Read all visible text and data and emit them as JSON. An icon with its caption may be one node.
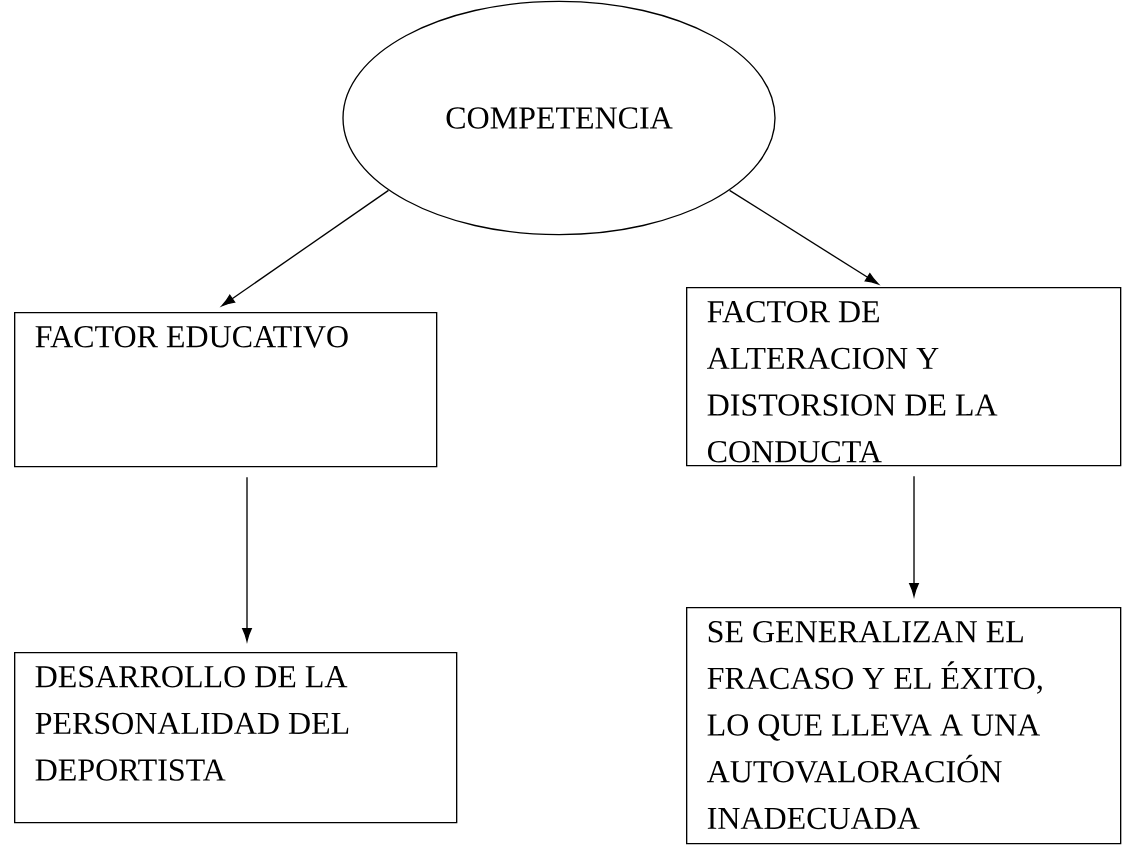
{
  "diagram": {
    "nodes": [
      {
        "text": [
          "COMPETENCIA"
        ]
      },
      {
        "text": [
          "FACTOR EDUCATIVO"
        ]
      },
      {
        "text": [
          "FACTOR DE ALTERACION Y DISTORSION DE LA CONDUCTA"
        ]
      },
      {
        "text": [
          "DESARROLLO DE LA PERSONALIDAD DEL DEPORTISTA"
        ]
      },
      {
        "text": [
          "SE GENERALIZAN EL FRACASO Y EL ÉXITO, LO QUE LLEVA A UNA AUTOVALORACIÓN INADECUADA"
        ]
      }
    ],
    "edges": [
      {
        "from": 0,
        "to": 1,
        "arrow": "to"
      },
      {
        "from": 0,
        "to": 2,
        "arrow": "to"
      },
      {
        "from": 1,
        "to": 3,
        "arrow": "to"
      },
      {
        "from": 2,
        "to": 4,
        "arrow": "to"
      }
    ]
  }
}
